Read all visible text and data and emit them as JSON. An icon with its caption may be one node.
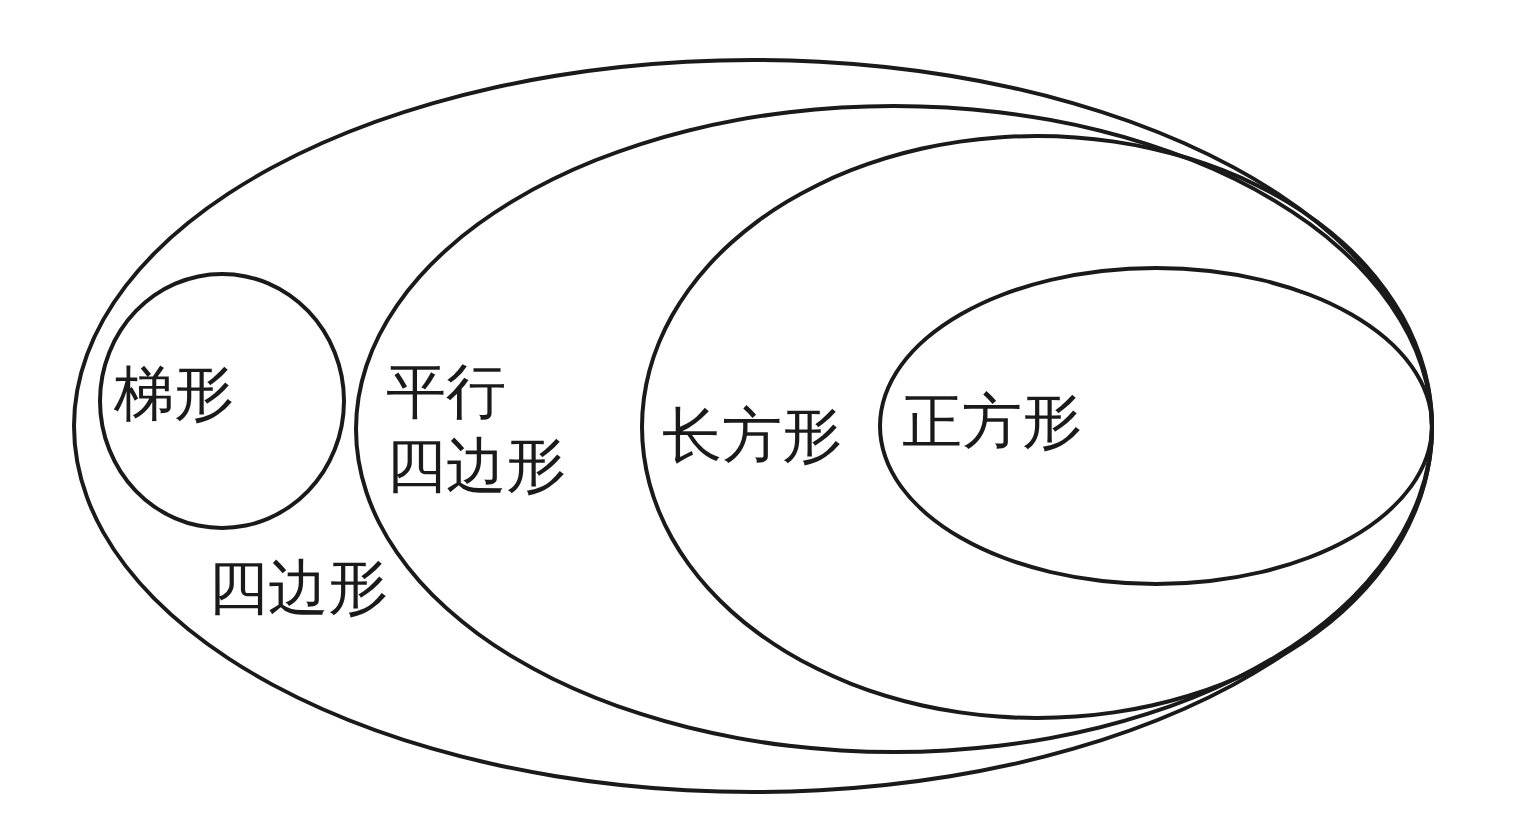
{
  "diagram": {
    "nodes": [
      {
        "text": [
          "四边形"
        ]
      },
      {
        "text": [
          "梯形"
        ],
        "in": 0
      },
      {
        "text": [
          "平行四边形"
        ],
        "in": 0
      },
      {
        "text": [
          "长方形"
        ],
        "in": 2
      },
      {
        "text": [
          "正方形"
        ],
        "in": 3
      }
    ]
  }
}
